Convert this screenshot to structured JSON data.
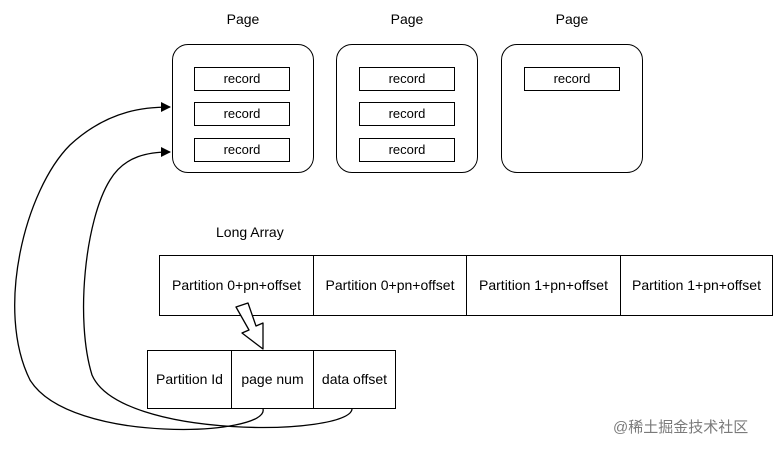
{
  "pages": [
    {
      "title": "Page",
      "records": [
        "record",
        "record",
        "record"
      ]
    },
    {
      "title": "Page",
      "records": [
        "record",
        "record",
        "record"
      ]
    },
    {
      "title": "Page",
      "records": [
        "record"
      ]
    }
  ],
  "long_array": {
    "label": "Long Array",
    "cells": [
      "Partition 0+pn+offset",
      "Partition 0+pn+offset",
      "Partition 1+pn+offset",
      "Partition 1+pn+offset"
    ]
  },
  "detail": {
    "cells": [
      "Partition Id",
      "page num",
      "data offset"
    ]
  },
  "watermark": "@稀土掘金技术社区"
}
